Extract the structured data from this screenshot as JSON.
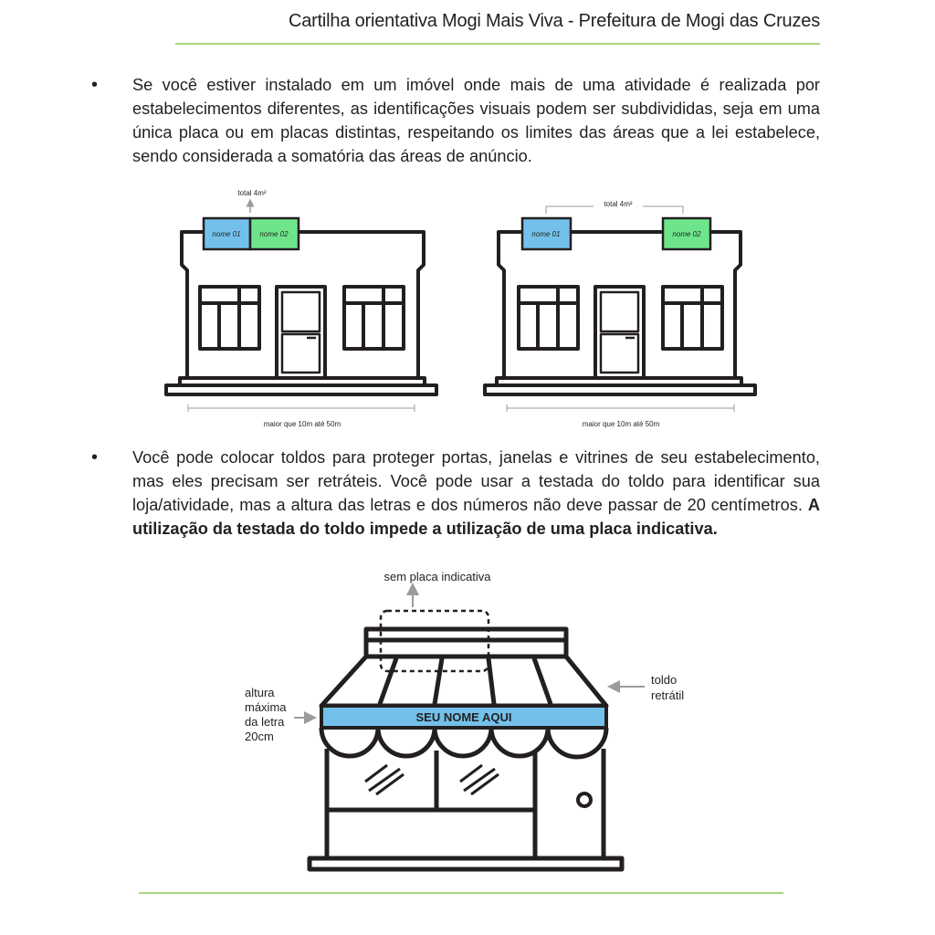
{
  "header": {
    "title": "Cartilha orientativa Mogi Mais Viva - Prefeitura de Mogi das Cruzes"
  },
  "bullet_glyph": "•",
  "section1": {
    "text": "Se você estiver instalado em um imóvel onde mais de uma atividade é realizada por estabelecimentos diferentes, as identificações visuais podem ser subdivididas, seja em uma única placa ou em placas distintas, respeitando os limites das áreas que a lei estabelece, sendo considerada a somatória das áreas de anúncio."
  },
  "figure1": {
    "left": {
      "total_label": "total 4m²",
      "sign1": "nome 01",
      "sign2": "nome 02",
      "width_label": "maior que 10m até 50m"
    },
    "right": {
      "total_label": "total 4m²",
      "sign1": "nome 01",
      "sign2": "nome 02",
      "width_label": "maior que 10m até 50m"
    }
  },
  "section2": {
    "text": "Você pode colocar toldos para proteger portas, janelas e vitrines de seu estabelecimento, mas eles precisam ser retráteis. Você pode usar a testada do toldo para identificar sua loja/atividade, mas a altura das letras e dos números não deve passar de 20 centímetros. ",
    "bold": "A utilização da testada do toldo impede a utilização de uma placa indicativa."
  },
  "figure2": {
    "no_sign_label": "sem placa indicativa",
    "awning_text": "SEU NOME AQUI",
    "height_label": [
      "altura",
      "máxima",
      "da letra",
      "20cm"
    ],
    "awning_label": [
      "toldo",
      "retrátil"
    ]
  },
  "colors": {
    "accent_rule": "#a9d47f",
    "sign_blue": "#73c1ea",
    "sign_green": "#6ee58b",
    "outline": "#231f20",
    "arrow_gray": "#9b9b9b"
  }
}
